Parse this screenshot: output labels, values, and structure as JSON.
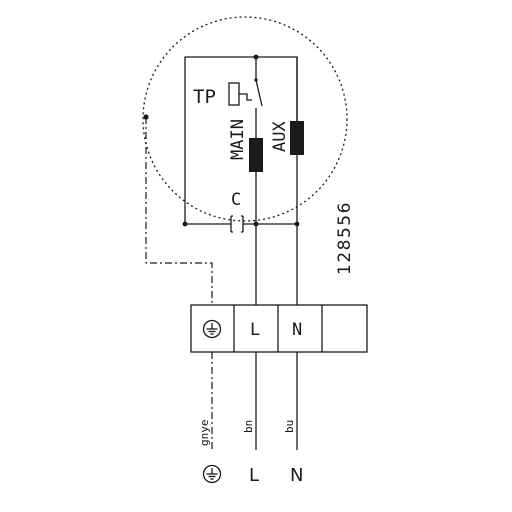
{
  "motor": {
    "thermal_protector": "TP",
    "main_winding": "MAIN",
    "aux_winding": "AUX",
    "capacitor": "C"
  },
  "drawing_number": "128556",
  "terminal_block": {
    "terminals": [
      {
        "label": "",
        "icon": "ground-symbol-icon"
      },
      {
        "label": "L"
      },
      {
        "label": "N"
      },
      {
        "label": ""
      }
    ]
  },
  "wires": {
    "earth_color_code": "gnye",
    "line_color_code": "bn",
    "neutral_color_code": "bu"
  },
  "supply": {
    "earth_icon": "ground-symbol-icon",
    "line": "L",
    "neutral": "N"
  }
}
